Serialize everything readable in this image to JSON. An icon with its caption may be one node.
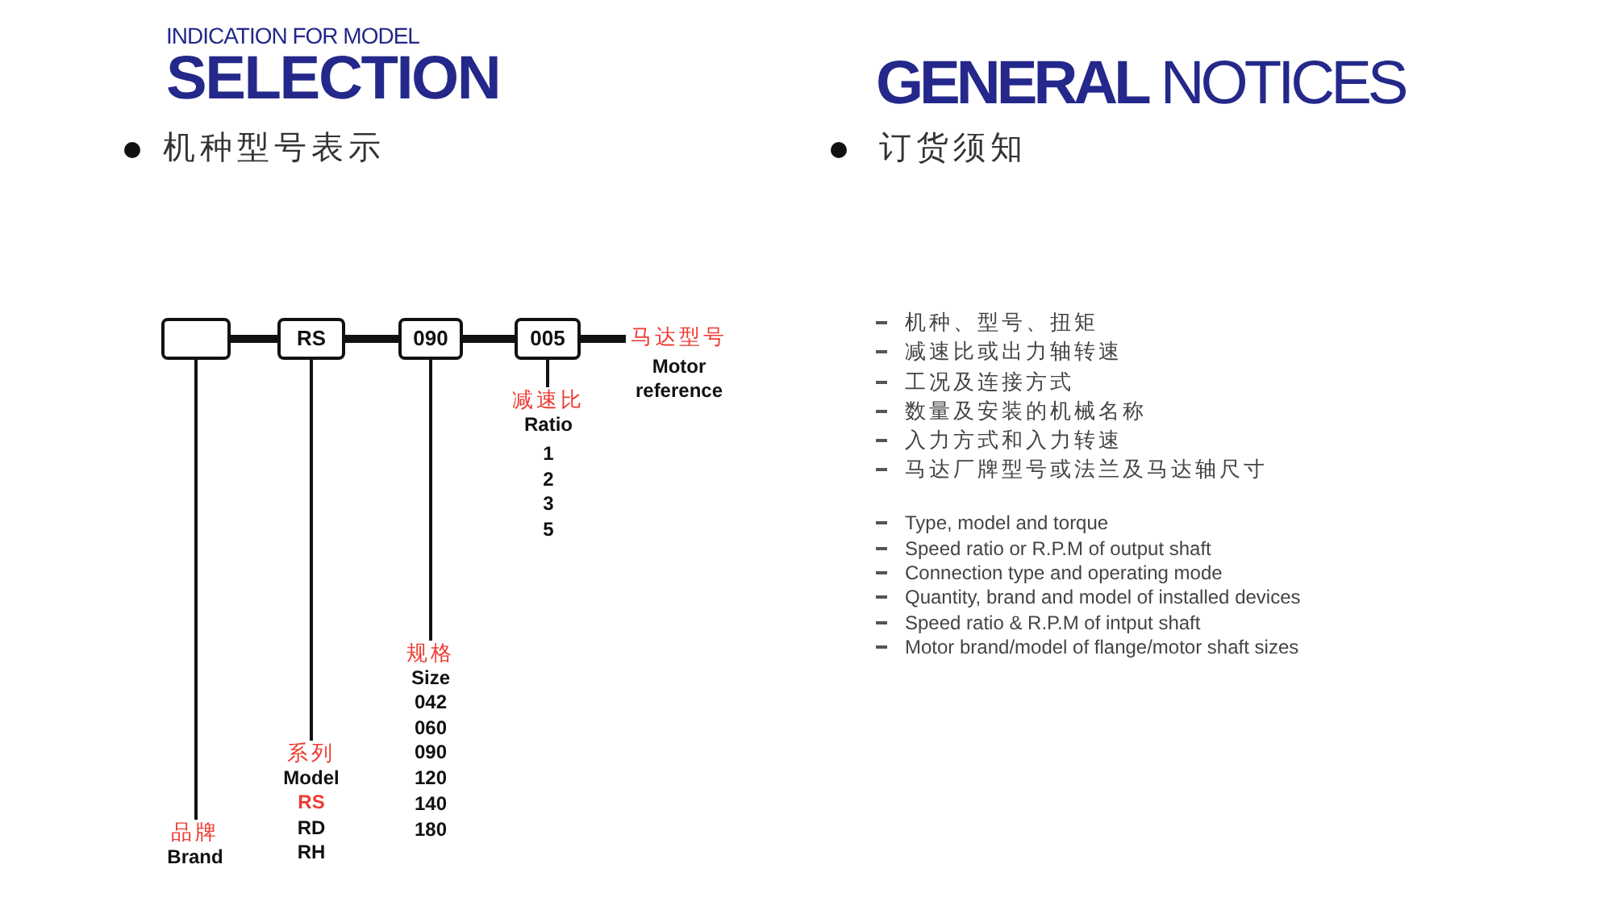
{
  "diagram": {
    "title": "INDICATION FOR MODEL **SELECTION**",
    "nodes": [
      {
        "text": [],
        "shape": "box"
      },
      {
        "text": [
          "RS"
        ]
      },
      {
        "text": [
          "090"
        ]
      },
      {
        "text": [
          "005"
        ]
      },
      {
        "text": [
          "马达型号",
          "Motor reference"
        ]
      },
      {
        "text": [
          "减速比",
          "Ratio",
          "1",
          "2",
          "3",
          "5"
        ]
      },
      {
        "text": [
          "规格",
          "Size",
          "042",
          "060",
          "090",
          "120",
          "140",
          "180"
        ]
      },
      {
        "text": [
          "系列",
          "Model",
          "RS",
          "RD",
          "RH"
        ]
      },
      {
        "text": [
          "品牌",
          "Brand"
        ]
      }
    ],
    "edges": [
      {
        "from": 0,
        "to": 1,
        "arrow": "none",
        "style": "thick"
      },
      {
        "from": 1,
        "to": 2,
        "arrow": "none",
        "style": "thick"
      },
      {
        "from": 2,
        "to": 3,
        "arrow": "none",
        "style": "thick"
      },
      {
        "from": 3,
        "to": 4,
        "arrow": "none",
        "style": "thick"
      },
      {
        "from": 0,
        "to": 8,
        "arrow": "none"
      },
      {
        "from": 1,
        "to": 7,
        "arrow": "none"
      },
      {
        "from": 2,
        "to": 6,
        "arrow": "none"
      },
      {
        "from": 3,
        "to": 5,
        "arrow": "none"
      }
    ],
    "labels": [
      "**GENERAL** NOTICES",
      "机种型号表示",
      "订货须知",
      "机种、型号、扭矩",
      "减速比或出力轴转速",
      "工况及连接方式",
      "数量及安装的机械名称",
      "入力方式和入力转速",
      "马达厂牌型号或法兰及马达轴尺寸",
      "Type, model and torque",
      "Speed ratio or R.P.M of output shaft",
      "Connection type and operating mode",
      "Quantity, brand and model of installed devices",
      "Speed ratio & R.P.M of intput shaft",
      "Motor brand/model of flange/motor shaft sizes"
    ]
  }
}
